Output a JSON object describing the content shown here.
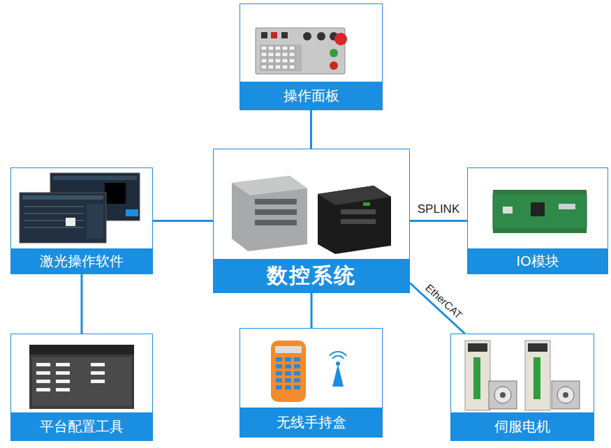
{
  "diagram": {
    "nodes": [
      {
        "text": [
          "操作面板"
        ]
      },
      {
        "text": [
          "激光操作软件"
        ]
      },
      {
        "text": [
          "数控系统"
        ]
      },
      {
        "text": [
          "IO模块"
        ]
      },
      {
        "text": [
          "平台配置工具"
        ]
      },
      {
        "text": [
          "无线手持盒"
        ]
      },
      {
        "text": [
          "伺服电机"
        ]
      }
    ],
    "edges": [
      {
        "from": 0,
        "to": 2,
        "arrow": "none"
      },
      {
        "from": 1,
        "to": 2,
        "arrow": "none"
      },
      {
        "from": 2,
        "to": 3,
        "label": "SPLINK",
        "arrow": "none"
      },
      {
        "from": 2,
        "to": 6,
        "label": "EtherCAT",
        "arrow": "none"
      },
      {
        "from": 2,
        "to": 5,
        "arrow": "none"
      },
      {
        "from": 1,
        "to": 4,
        "arrow": "none"
      }
    ]
  }
}
